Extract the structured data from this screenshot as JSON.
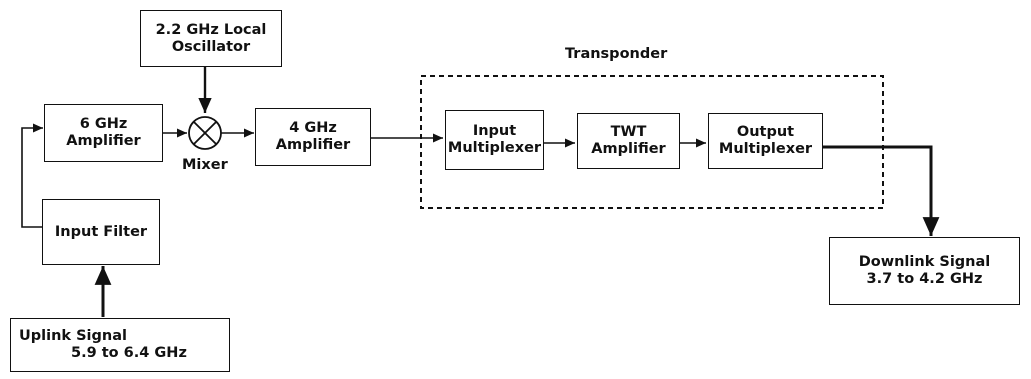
{
  "diagram": {
    "blocks": {
      "local_oscillator": {
        "line1": "2.2 GHz Local",
        "line2": "Oscillator"
      },
      "amp_6ghz": {
        "line1": "6 GHz",
        "line2": "Amplifier"
      },
      "amp_4ghz": {
        "line1": "4 GHz",
        "line2": "Amplifier"
      },
      "input_filter": {
        "line1": "Input Filter"
      },
      "uplink_signal": {
        "line1": "Uplink Signal",
        "line2": "5.9 to 6.4 GHz"
      },
      "input_multiplexer": {
        "line1": "Input",
        "line2": "Multiplexer"
      },
      "twt_amplifier": {
        "line1": "TWT",
        "line2": "Amplifier"
      },
      "output_multiplexer": {
        "line1": "Output",
        "line2": "Multiplexer"
      },
      "downlink_signal": {
        "line1": "Downlink Signal",
        "line2": "3.7 to 4.2 GHz"
      }
    },
    "labels": {
      "mixer": "Mixer",
      "transponder": "Transponder"
    },
    "colors": {
      "line": "#111111",
      "background": "#ffffff"
    },
    "icons": {
      "mixer": "circle-x-mixer-icon"
    }
  }
}
